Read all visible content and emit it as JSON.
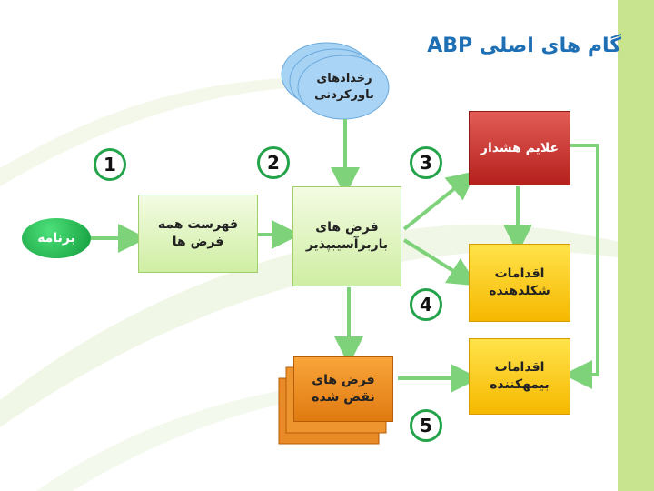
{
  "title": "گام های اصلی ABP",
  "nodes": {
    "program": "برنامه",
    "list_assumptions": [
      "فهرست همه",
      "فرض ها"
    ],
    "reliable_events": [
      "رخدادهای",
      "باورکردنی"
    ],
    "refutable_assumptions": [
      "فرض های",
      "باربرآسیبپذیر"
    ],
    "warning_signs": "علایم هشدار",
    "shaping_actions": [
      "اقدامات",
      "شکلدهنده"
    ],
    "insurance_actions": [
      "اقدامات",
      "بیمهکننده"
    ],
    "broken_assumptions": [
      "فرض های",
      "نقض شده"
    ]
  },
  "steps": [
    "1",
    "2",
    "3",
    "4",
    "5"
  ],
  "colors": {
    "arrow": "#7ed27a",
    "title": "#1f6fb5",
    "circle_border": "#23a34a",
    "oval": "#9fcff4"
  }
}
